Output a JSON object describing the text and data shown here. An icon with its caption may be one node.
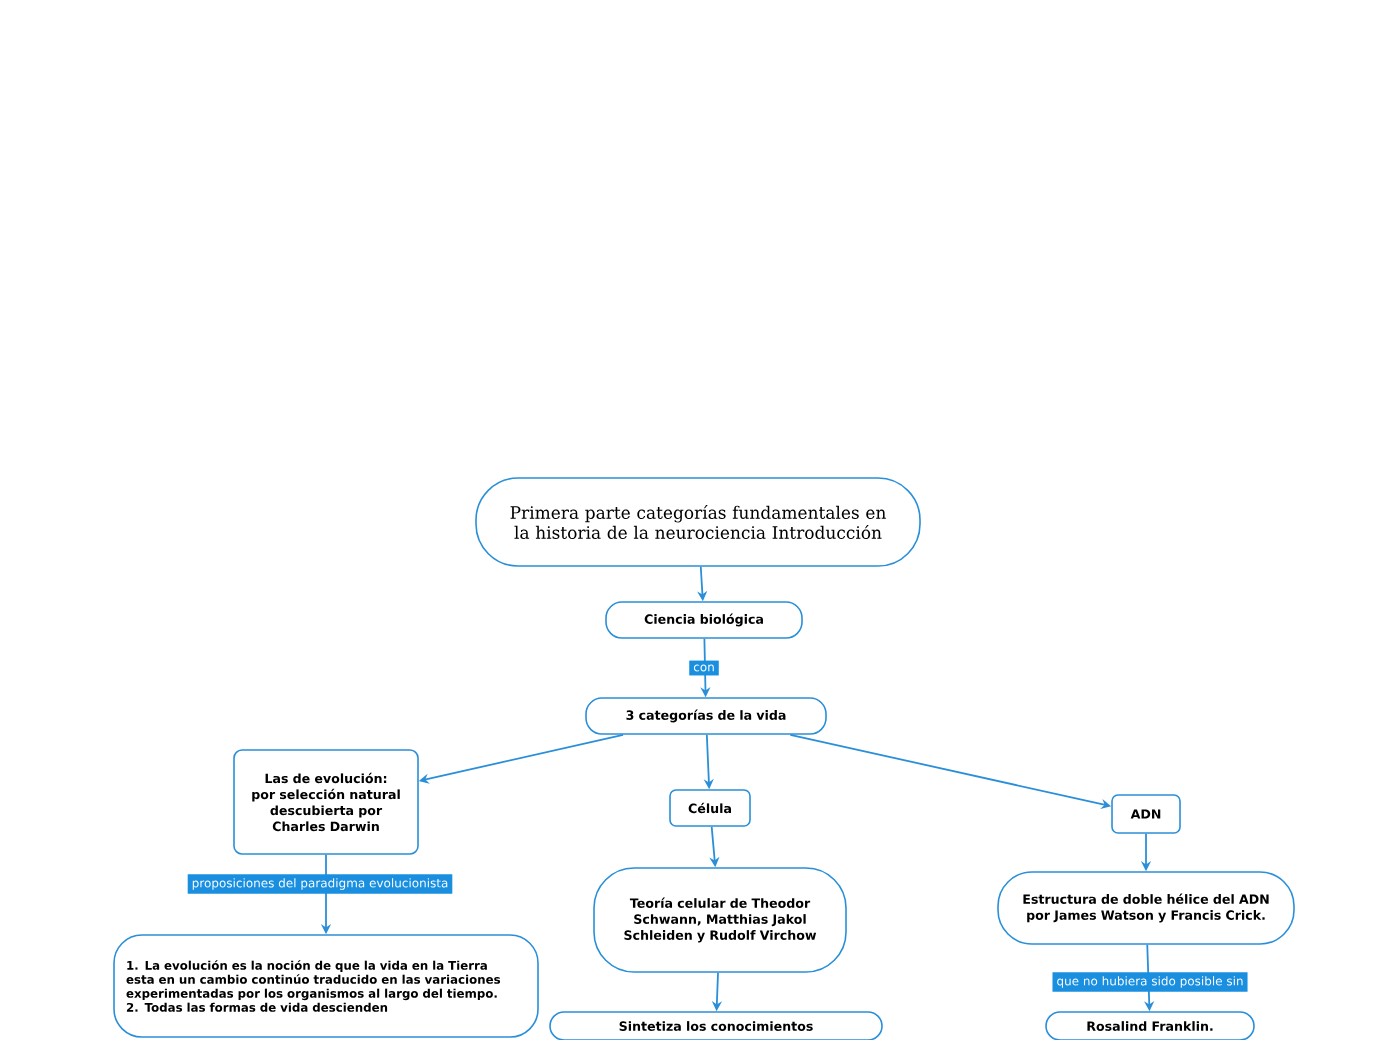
{
  "diagram": {
    "nodes": [
      {
        "text": [
          "Primera parte categorías fundamentales en la historia de la neurociencia Introducción"
        ]
      },
      {
        "text": [
          "Ciencia biológica"
        ]
      },
      {
        "text": [
          "3 categorías de la vida"
        ]
      },
      {
        "text": [
          "Las de evolución: por selección natural descubierta por Charles Darwin"
        ]
      },
      {
        "text": [
          "Célula"
        ]
      },
      {
        "text": [
          "ADN"
        ]
      },
      {
        "text": [
          "1. La evolución es la noción de que la vida en la Tierra esta en un cambio continúo traducido en las variaciones experimentadas por los organismos al largo del tiempo.",
          "2. Todas las formas de vida descienden"
        ]
      },
      {
        "text": [
          "Teoría celular de Theodor Schwann, Matthias Jakol Schleiden y Rudolf Virchow"
        ]
      },
      {
        "text": [
          "Sintetiza los conocimientos"
        ]
      },
      {
        "text": [
          "Estructura de doble hélice del ADN por James Watson y Francis Crick."
        ]
      },
      {
        "text": [
          "Rosalind Franklin."
        ]
      }
    ],
    "edges": [
      {
        "from": 0,
        "to": 1,
        "arrow": "to"
      },
      {
        "from": 1,
        "to": 2,
        "arrow": "to",
        "label": "con"
      },
      {
        "from": 2,
        "to": 3,
        "arrow": "to"
      },
      {
        "from": 2,
        "to": 4,
        "arrow": "to"
      },
      {
        "from": 2,
        "to": 5,
        "arrow": "to"
      },
      {
        "from": 3,
        "to": 6,
        "arrow": "to",
        "label": "proposiciones del paradigma evolucionista"
      },
      {
        "from": 4,
        "to": 7,
        "arrow": "to"
      },
      {
        "from": 7,
        "to": 8,
        "arrow": "to"
      },
      {
        "from": 5,
        "to": 9,
        "arrow": "to"
      },
      {
        "from": 9,
        "to": 10,
        "arrow": "to",
        "label": "que no hubiera sido posible sin"
      }
    ]
  }
}
